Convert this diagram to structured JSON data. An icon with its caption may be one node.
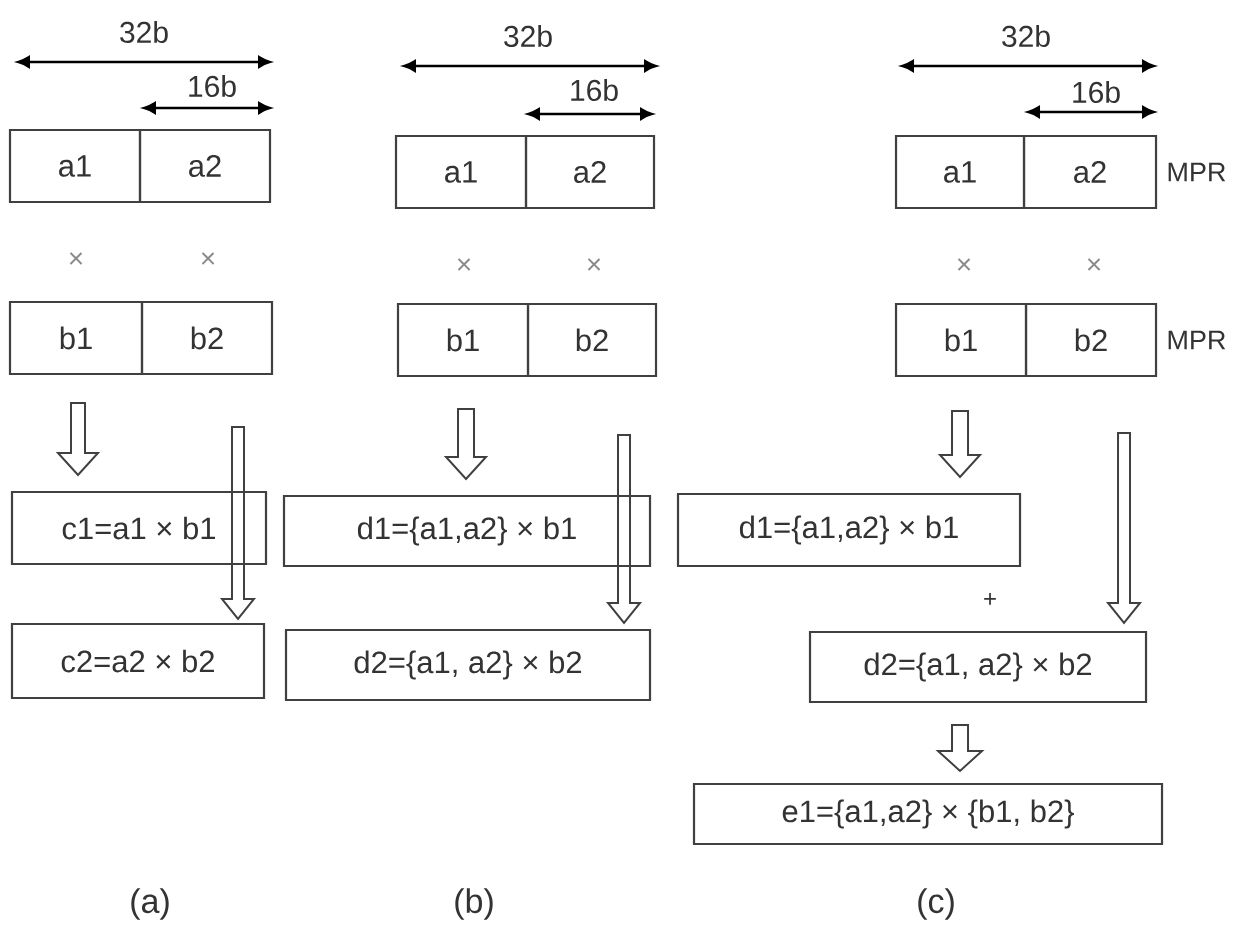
{
  "diagram": {
    "nodes": [
      {
        "text": [
          "a1"
        ]
      },
      {
        "text": [
          "a2"
        ]
      },
      {
        "text": [
          "b1"
        ]
      },
      {
        "text": [
          "b2"
        ]
      },
      {
        "text": [
          "c1=a1 × b1"
        ]
      },
      {
        "text": [
          "c2=a2 × b2"
        ]
      },
      {
        "text": [
          "a1"
        ]
      },
      {
        "text": [
          "a2"
        ]
      },
      {
        "text": [
          "b1"
        ]
      },
      {
        "text": [
          "b2"
        ]
      },
      {
        "text": [
          "d1={a1,a2} × b1"
        ]
      },
      {
        "text": [
          "d2={a1, a2} × b2"
        ]
      },
      {
        "text": [
          "a1"
        ]
      },
      {
        "text": [
          "a2"
        ],
        "beside": [
          "MPR"
        ]
      },
      {
        "text": [
          "b1"
        ]
      },
      {
        "text": [
          "b2"
        ],
        "beside": [
          "MPR"
        ]
      },
      {
        "text": [
          "d1={a1,a2} × b1"
        ]
      },
      {
        "text": [
          "d2={a1, a2} × b2"
        ]
      },
      {
        "text": [
          "e1={a1,a2} × {b1, b2}"
        ]
      }
    ],
    "edges": [
      {
        "from": 2,
        "to": 4,
        "arrow": "to"
      },
      {
        "from": 3,
        "to": 5,
        "arrow": "to"
      },
      {
        "from": 8,
        "to": 10,
        "arrow": "to"
      },
      {
        "from": 9,
        "to": 11,
        "arrow": "to"
      },
      {
        "from": 14,
        "to": 16,
        "arrow": "to"
      },
      {
        "from": 15,
        "to": 17,
        "arrow": "to"
      },
      {
        "from": 17,
        "to": 18,
        "arrow": "to"
      }
    ],
    "labels": [
      "32b",
      "16b",
      "×",
      "×",
      "(a)",
      "32b",
      "16b",
      "×",
      "×",
      "(b)",
      "32b",
      "16b",
      "×",
      "×",
      "+",
      "(c)"
    ]
  }
}
